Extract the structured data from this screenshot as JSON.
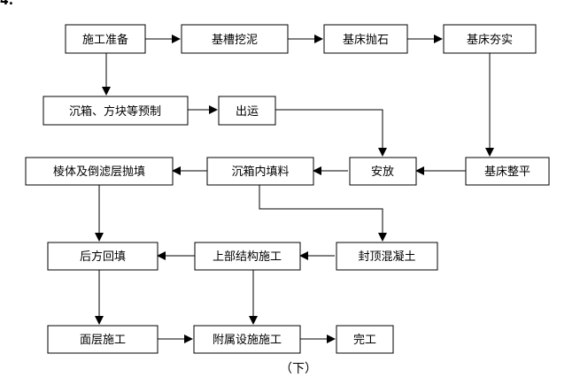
{
  "top_fragment": "4.",
  "bottom_fragment": "（下）",
  "nodes": {
    "construction_prep": "施工准备",
    "trench_dredging": "基槽挖泥",
    "bed_riprap": "基床抛石",
    "bed_tamping": "基床夯实",
    "caisson_precast": "沉箱、方块等预制",
    "transport": "出运",
    "install": "安放",
    "bed_leveling": "基床整平",
    "caisson_fill": "沉箱内填料",
    "prism_filter_fill": "棱体及倒滤层抛填",
    "top_seal_concrete": "封顶混凝土",
    "superstructure": "上部结构施工",
    "backfill": "后方回填",
    "surface_layer": "面层施工",
    "ancillary_facilities": "附属设施施工",
    "completion": "完工"
  }
}
